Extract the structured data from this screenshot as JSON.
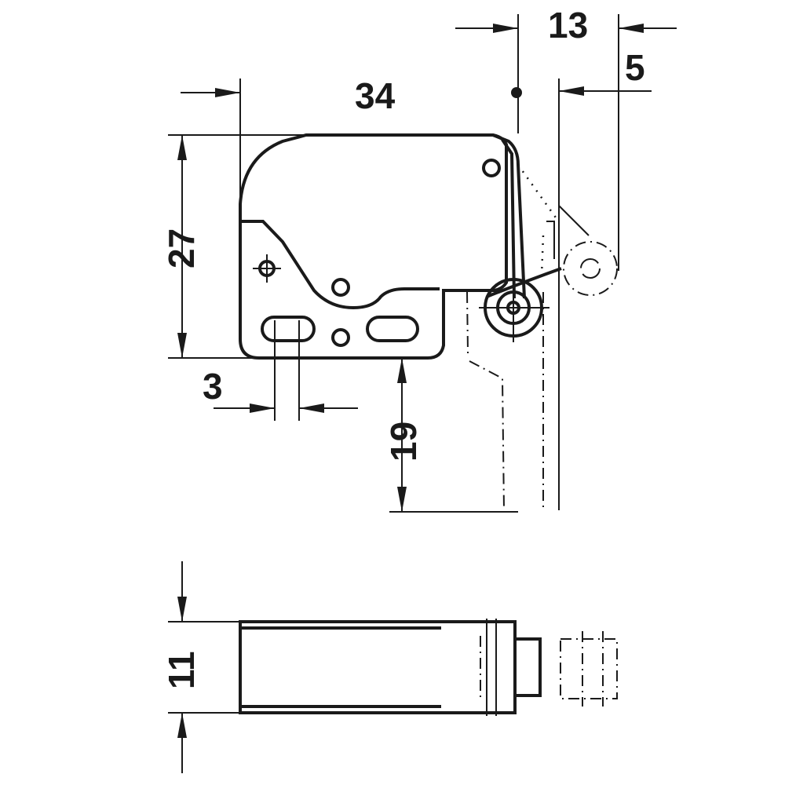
{
  "drawing": {
    "dimensions": {
      "width_top": "13",
      "offset_right": "5",
      "body_length": "34",
      "body_height": "27",
      "slot_width": "3",
      "travel": "19",
      "thickness": "11"
    },
    "line_color": "#1a1a1a"
  }
}
